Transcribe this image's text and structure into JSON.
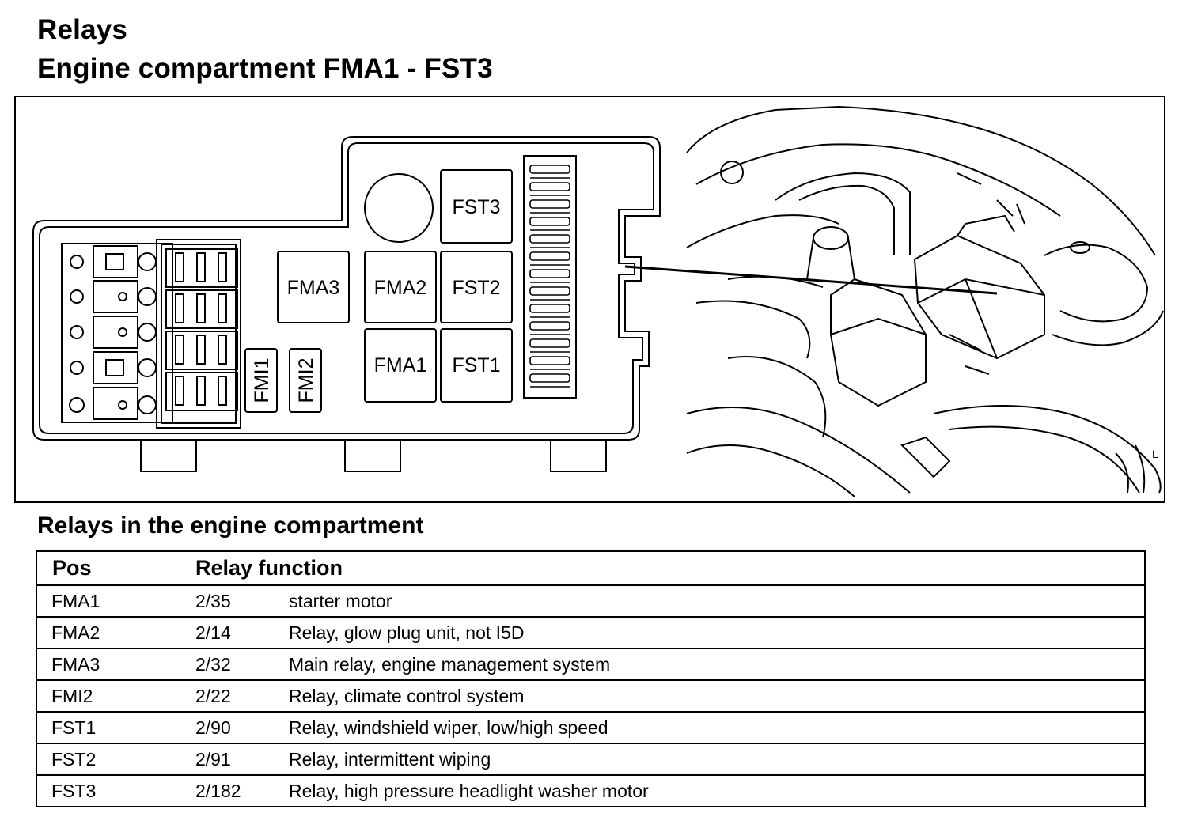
{
  "header": {
    "title": "Relays",
    "subtitle": "Engine compartment FMA1 - FST3"
  },
  "diagram": {
    "relay_labels": {
      "fst3": "FST3",
      "fma3": "FMA3",
      "fma2": "FMA2",
      "fst2": "FST2",
      "fma1": "FMA1",
      "fst1": "FST1",
      "fmi1": "FMI1",
      "fmi2": "FMI2"
    },
    "corner_mark": "L"
  },
  "table": {
    "heading": "Relays in the engine compartment",
    "columns": [
      "Pos",
      "Relay function"
    ],
    "rows": [
      {
        "pos": "FMA1",
        "code": "2/35",
        "function": "starter motor"
      },
      {
        "pos": "FMA2",
        "code": "2/14",
        "function": "Relay, glow plug unit, not I5D"
      },
      {
        "pos": "FMA3",
        "code": "2/32",
        "function": "Main relay, engine management system"
      },
      {
        "pos": "FMI2",
        "code": "2/22",
        "function": "Relay, climate control system"
      },
      {
        "pos": "FST1",
        "code": "2/90",
        "function": "Relay, windshield wiper, low/high speed"
      },
      {
        "pos": "FST2",
        "code": "2/91",
        "function": "Relay, intermittent wiping"
      },
      {
        "pos": "FST3",
        "code": "2/182",
        "function": "Relay, high pressure headlight washer motor"
      }
    ]
  }
}
